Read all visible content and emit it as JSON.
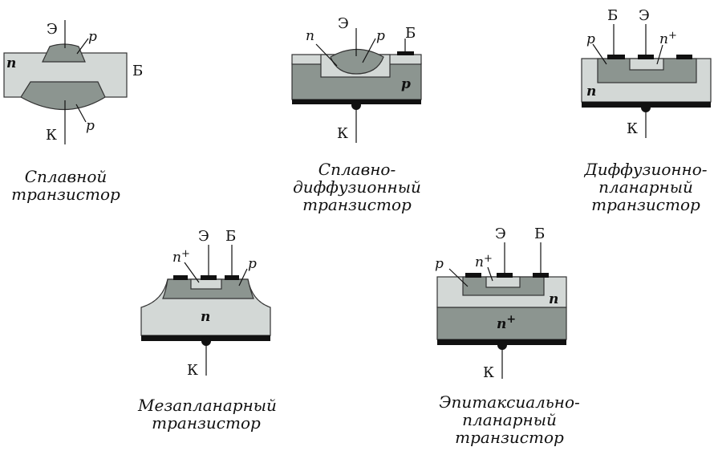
{
  "terminals": {
    "emitter": "Э",
    "base": "Б",
    "collector": "К"
  },
  "regions": {
    "n": "n",
    "p": "p",
    "n_plus": "n",
    "plus": "+"
  },
  "captions": {
    "alloy": [
      "Сплавной",
      "транзистор"
    ],
    "alloy_diffused": [
      "Сплавно-",
      "диффузионный",
      "транзистор"
    ],
    "diffused_planar": [
      "Диффузионно-",
      "планарный",
      "транзистор"
    ],
    "mesa_planar": [
      "Мезапланарный",
      "транзистор"
    ],
    "epitaxial_planar": [
      "Эпитаксиально-",
      "планарный",
      "транзистор"
    ]
  },
  "colors": {
    "light_region": "#d3d8d6",
    "mid_region": "#9ca49f",
    "dark_region": "#8c9590",
    "metal": "#111111"
  }
}
